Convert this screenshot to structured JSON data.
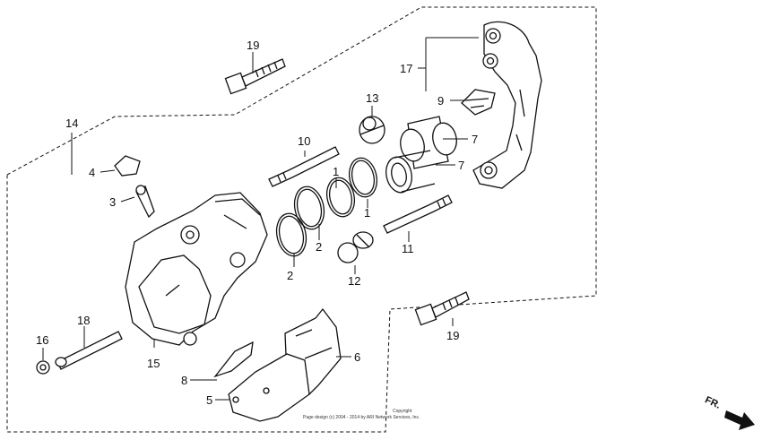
{
  "labels": {
    "l19a": "19",
    "l17": "17",
    "l9": "9",
    "l13": "13",
    "l7a": "7",
    "l7b": "7",
    "l14": "14",
    "l10": "10",
    "l1a": "1",
    "l1b": "1",
    "l4": "4",
    "l3": "3",
    "l2a": "2",
    "l2b": "2",
    "l11": "11",
    "l12": "12",
    "l18": "18",
    "l16": "16",
    "l15": "15",
    "l19b": "19",
    "l6": "6",
    "l8": "8",
    "l5": "5"
  },
  "copyright": {
    "line1": "Copyright",
    "line2": "Page design (c) 2004 - 2014 by ARI Network Services, Inc."
  },
  "direction_label": "FR."
}
